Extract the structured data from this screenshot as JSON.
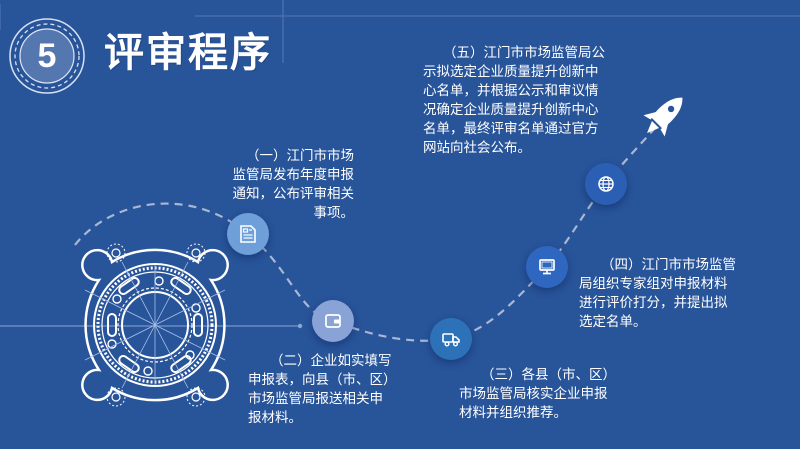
{
  "header": {
    "step_number": "5",
    "title": "评审程序"
  },
  "steps": [
    {
      "id": "step-1",
      "icon": "document-icon",
      "color": "#6e9fd8",
      "text_lines": [
        "（一）江门市市场",
        "监管局发布年度申报",
        "通知，公布评审相关",
        "事项。"
      ]
    },
    {
      "id": "step-2",
      "icon": "wallet-icon",
      "color": "#8aa3d6",
      "text_lines": [
        "（二）企业如实填写",
        "申报表，向县（市、区）",
        "市场监管局报送相关申",
        "报材料。"
      ]
    },
    {
      "id": "step-3",
      "icon": "truck-icon",
      "color": "#2d72b8",
      "text_lines": [
        "（三）各县（市、区）",
        "市场监管局核实企业申报",
        "材料并组织推荐。"
      ]
    },
    {
      "id": "step-4",
      "icon": "monitor-icon",
      "color": "#2f66c0",
      "text_lines": [
        "（四）江门市市场监管",
        "局组织专家组对申报材料",
        "进行评价打分，并提出拟",
        "选定名单。"
      ]
    },
    {
      "id": "step-5",
      "icon": "globe-icon",
      "color": "#2a5fb3",
      "text_lines": [
        "（五）江门市市场监管局公",
        "示拟选定企业质量提升创新中",
        "心名单，并根据公示和审议情",
        "况确定企业质量提升创新中心",
        "名单，最终评审名单通过官方",
        "网站向社会公布。"
      ]
    }
  ],
  "decorations": {
    "rocket": "rocket-icon",
    "gear": "gear-blueprint-icon"
  },
  "colors": {
    "background": "#28549a",
    "path_dash": "#a9b7d3",
    "line": "#ffffff"
  }
}
